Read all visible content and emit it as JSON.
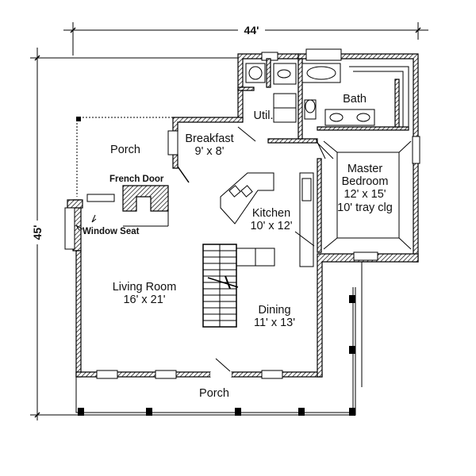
{
  "dimensions": {
    "width": "44'",
    "depth": "45'"
  },
  "rooms": {
    "porch_side": {
      "name": "Porch"
    },
    "breakfast": {
      "name": "Breakfast",
      "size": "9' x 8'"
    },
    "util": {
      "name": "Util."
    },
    "bath": {
      "name": "Bath"
    },
    "master": {
      "name": "Master",
      "name2": "Bedroom",
      "size": "12' x 15'",
      "note": "10' tray clg"
    },
    "kitchen": {
      "name": "Kitchen",
      "size": "10' x 12'"
    },
    "living": {
      "name": "Living Room",
      "size": "16' x 21'"
    },
    "dining": {
      "name": "Dining",
      "size": "11' x 13'"
    },
    "porch_front": {
      "name": "Porch"
    }
  },
  "callouts": {
    "french_door": "French Door",
    "window_seat": "Window Seat"
  }
}
